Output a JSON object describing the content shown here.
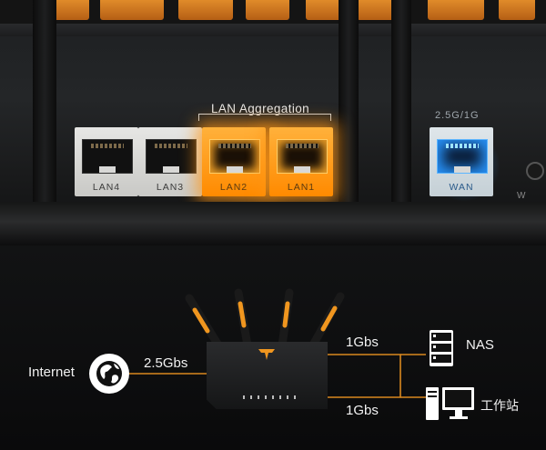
{
  "ports_photo": {
    "group_label": "LAN Aggregation",
    "wan_speed_label": "2.5G/1G",
    "ports": [
      {
        "label": "LAN4",
        "state": "off"
      },
      {
        "label": "LAN3",
        "state": "off"
      },
      {
        "label": "LAN2",
        "state": "glow-orange"
      },
      {
        "label": "LAN1",
        "state": "glow-orange"
      },
      {
        "label": "WAN",
        "state": "glow-blue"
      }
    ],
    "partial_label": "W"
  },
  "diagram": {
    "internet_label": "Internet",
    "wan_link_speed": "2.5Gbs",
    "nas_link_speed": "1Gbs",
    "workstation_link_speed": "1Gbs",
    "nas_label": "NAS",
    "workstation_label": "工作站"
  },
  "colors": {
    "accent_orange": "#ff9a1a",
    "wan_blue": "#2f9bff",
    "line_orange": "#d9881f"
  },
  "icons": [
    "globe-icon",
    "router-icon",
    "nas-server-icon",
    "workstation-icon",
    "ethernet-port-icon"
  ]
}
